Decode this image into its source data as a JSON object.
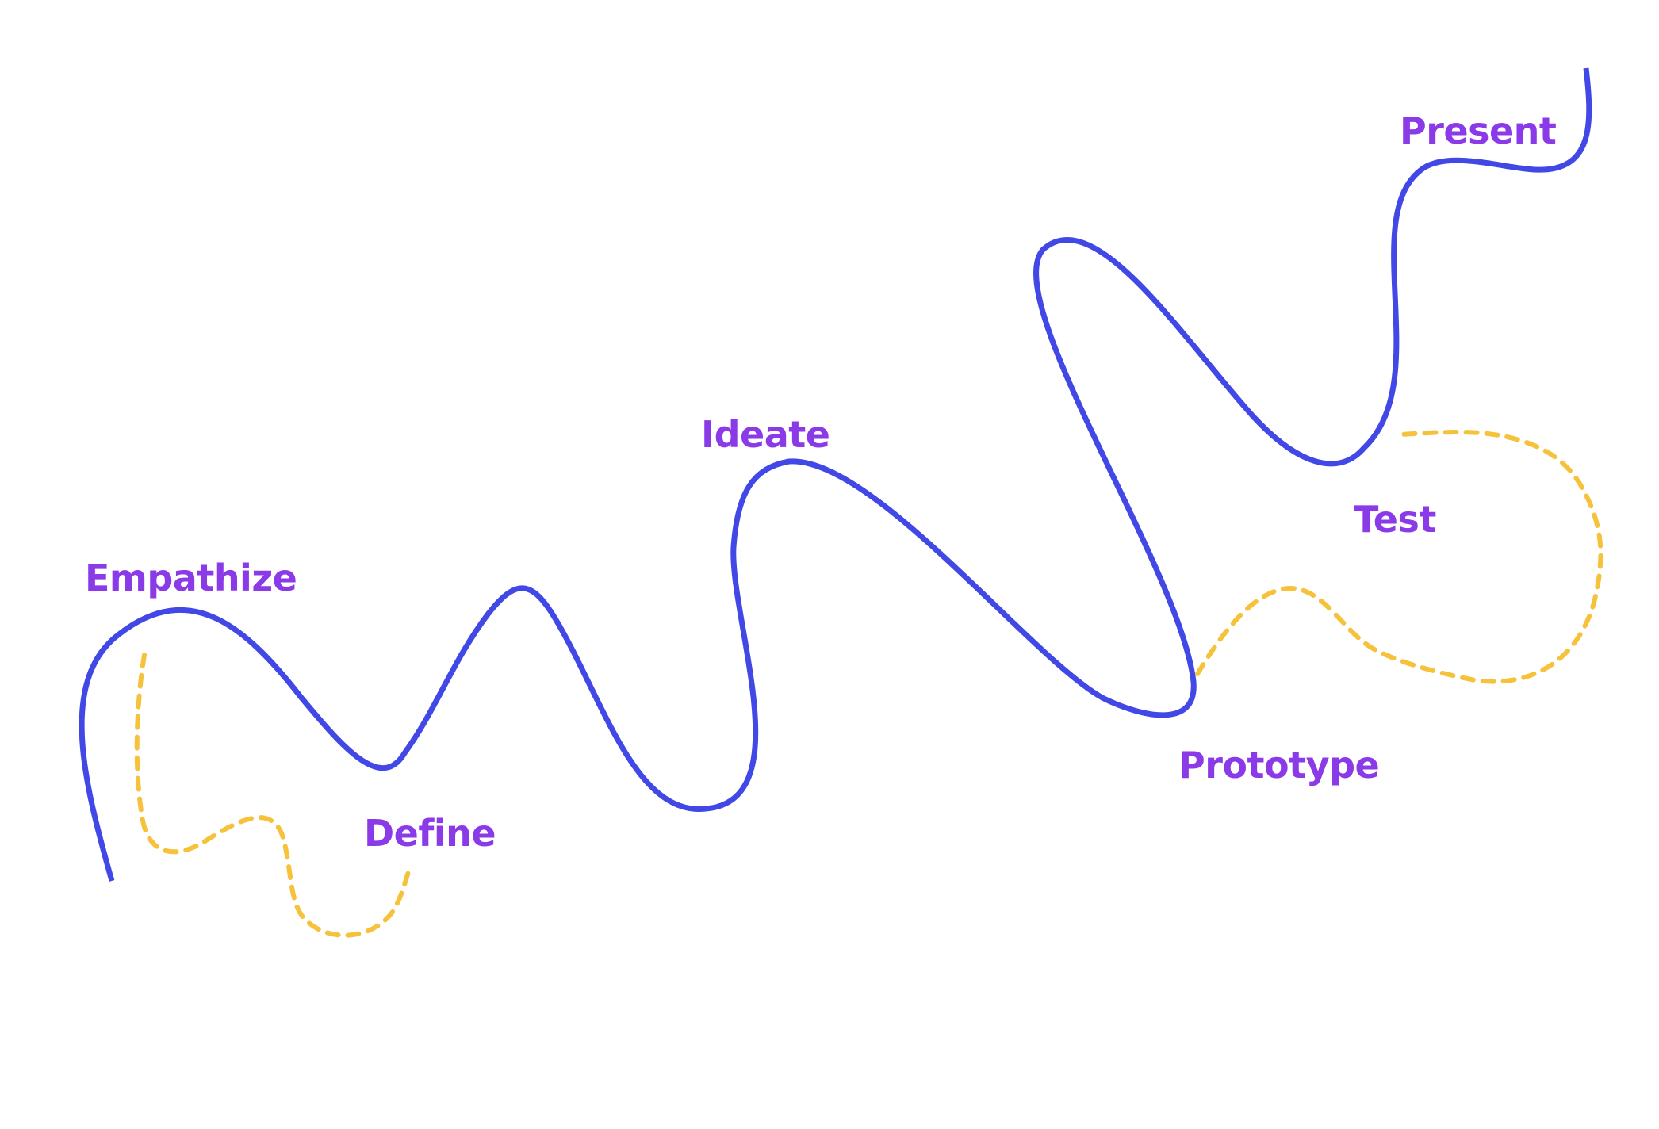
{
  "colors": {
    "background": "#ffffff",
    "main_path": "#4248e6",
    "loop_path": "#f6c23b",
    "label": "#8a3ae6"
  },
  "stages": [
    {
      "id": "empathize",
      "label": "Empathize"
    },
    {
      "id": "define",
      "label": "Define"
    },
    {
      "id": "ideate",
      "label": "Ideate"
    },
    {
      "id": "prototype",
      "label": "Prototype"
    },
    {
      "id": "test",
      "label": "Test"
    },
    {
      "id": "present",
      "label": "Present"
    }
  ]
}
